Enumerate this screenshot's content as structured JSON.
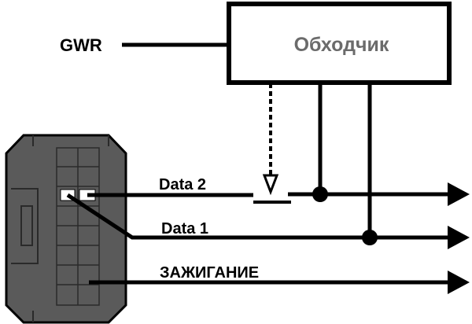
{
  "diagram": {
    "box_label": "Обходчик",
    "gwr_label": "GWR",
    "data2_label": "Data 2",
    "data1_label": "Data 1",
    "ignition_label": "ЗАЖИГАНИЕ"
  },
  "colors": {
    "line": "#000000",
    "connector_body": "#5a5a5a",
    "box_text": "#6b6b6b",
    "background": "#ffffff"
  }
}
